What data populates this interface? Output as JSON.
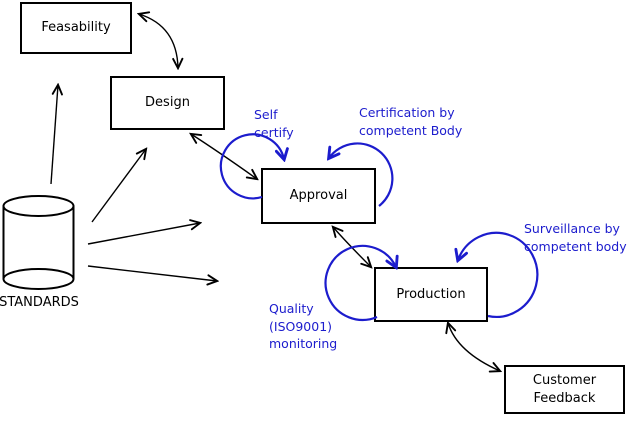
{
  "colors": {
    "annotation_blue": "#1c1ccd",
    "line_black": "#000000",
    "canvas_bg": "#ffffff"
  },
  "boxes": {
    "feasability": "Feasability",
    "design": "Design",
    "approval": "Approval",
    "production": "Production",
    "customer_feedback_line1": "Customer",
    "customer_feedback_line2": "Feedback"
  },
  "database": {
    "label": "STANDARDS"
  },
  "annotations": {
    "self_certify_line1": "Self",
    "self_certify_line2": "certify",
    "certification_line1": "Certification by",
    "certification_line2": "competent Body",
    "surveillance_line1": "Surveillance by",
    "surveillance_line2": "competent body",
    "quality_line1": "Quality",
    "quality_line2": "(ISO9001)",
    "quality_line3": "monitoring"
  }
}
